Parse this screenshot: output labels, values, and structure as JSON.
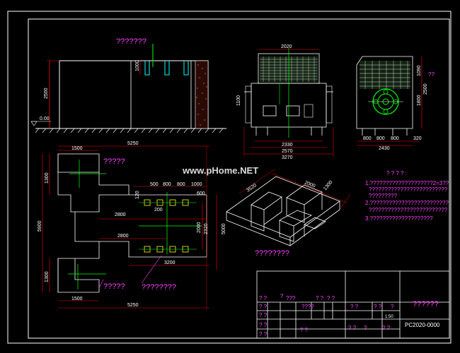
{
  "titles": {
    "top_callout": "???????",
    "iso_title": "????????",
    "plan_top_callout": "?????",
    "plan_bottom_callout1": "?????",
    "plan_bottom_callout2": "????????",
    "side_q": "??"
  },
  "watermark": "www.pHome.NET",
  "notes": {
    "heading": "? ? ? ? :",
    "line1": "1.????????????????????2=3??",
    "line1b": "?????????????????????????",
    "line1c": "?????????",
    "line2": "2.?????????????????????????",
    "line2b": "?????????????????????????",
    "line3": "3.????????????????????"
  },
  "dims": {
    "elev_h": "2500",
    "elev_gl": "0.00",
    "elev_inner": "1000",
    "front_w": "2020",
    "front_b1": "2330",
    "front_b2": "2570",
    "front_b3": "3270",
    "front_side": "1100",
    "side_h1": "1090",
    "side_h2": "2500",
    "side_h3": "1800",
    "side_b1": "800",
    "side_b2": "800",
    "side_b3": "800",
    "side_b4": "320",
    "side_total": "2430",
    "plan_top": "5250",
    "plan_1500a": "1500",
    "plan_1300a": "1300",
    "plan_5900": "5900",
    "plan_500": "500",
    "plan_800a": "800",
    "plan_800b": "800",
    "plan_1000": "1000",
    "plan_600": "600",
    "plan_120": "120",
    "plan_200": "200",
    "plan_2800a": "2800",
    "plan_2000": "2000",
    "plan_2320": "2320",
    "plan_5000": "5000",
    "plan_2800b": "2800",
    "plan_3200": "3200",
    "plan_1300b": "1300",
    "plan_1500b": "1500",
    "plan_bottom": "5250",
    "iso_1": "2000",
    "iso_2": "3520",
    "iso_3": "1300"
  },
  "title_block": {
    "row1": [
      "? ?",
      "???",
      "? ?",
      "? ?"
    ],
    "row1b": "? ?",
    "row2": [
      "? ?",
      "????",
      "? ?",
      "? ?"
    ],
    "row3": [
      "? ?",
      "? ?",
      "? ?",
      "? ?",
      "? ?"
    ],
    "scale": "1:50",
    "drawing_name": "??????",
    "drawing_no": "PC2020-0000",
    "q1": "?",
    "q2": "?",
    "q3": "?"
  },
  "colors": {
    "background": "#000000",
    "frame": "#ffffff",
    "dim_lines": "#ff0000",
    "annotation": "#ff40ff",
    "geometry": "#ffffff",
    "center_lines": "#00ff00",
    "yellow": "#ffff00",
    "cyan": "#00ffff"
  }
}
